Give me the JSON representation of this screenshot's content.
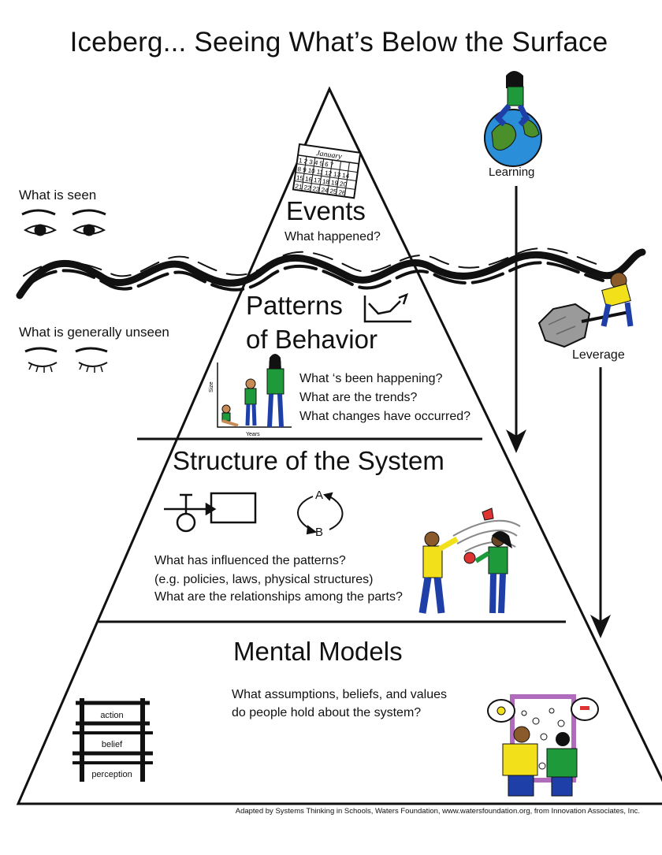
{
  "title": "Iceberg... Seeing What’s Below the Surface",
  "levels": {
    "events": {
      "title": "Events",
      "questions": [
        "What happened?"
      ]
    },
    "patterns": {
      "title_line1": "Patterns",
      "title_line2": "of Behavior",
      "questions": [
        "What ‘s been happening?",
        "What are the trends?",
        "What changes have occurred?"
      ],
      "axis_y": "Size",
      "axis_x": "Years"
    },
    "structure": {
      "title": "Structure of the System",
      "questions": [
        "What has influenced the patterns?",
        "(e.g. policies, laws, physical structures)",
        "What are the relationships among the parts?"
      ],
      "loop_a": "A",
      "loop_b": "B"
    },
    "mental_models": {
      "title": "Mental Models",
      "questions": [
        "What assumptions, beliefs, and values",
        "do people hold about the system?"
      ],
      "ladder": [
        "action",
        "belief",
        "perception"
      ]
    }
  },
  "side": {
    "seen": "What is seen",
    "unseen": "What is generally unseen",
    "learning": "Learning",
    "leverage": "Leverage"
  },
  "calendar": {
    "month": "January",
    "rows": [
      "1 2 3 4 5 6 7",
      "8 9 10 11 12 13 14",
      "15 16 17 18 19 20",
      "21 22 23 24 25 26"
    ]
  },
  "credit": "Adapted by Systems Thinking in Schools, Waters Foundation, www.watersfoundation.org, from Innovation Associates, Inc.",
  "colors": {
    "outline": "#111111",
    "shirt_green": "#1f9a3a",
    "shirt_yellow": "#f2e01a",
    "pants_blue": "#1f3fa8",
    "globe_blue": "#2a8fd8",
    "curtain": "#b06bbd"
  }
}
